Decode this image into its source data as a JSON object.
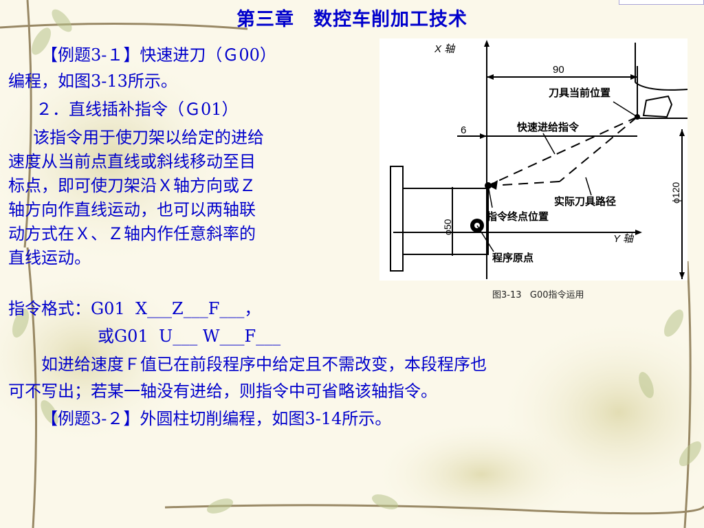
{
  "title": "第三章　数控车削加工技术",
  "body": {
    "l1": "【例题3-１】快速进刀（Ｇ00）",
    "l2": "编程，如图3-13所示。",
    "l3": "２．直线插补指令（Ｇ01）",
    "l4": "该指令用于使刀架以给定的进给",
    "l5": "速度从当前点直线或斜线移动至目",
    "l6": "标点，即可使刀架沿Ｘ轴方向或Ｚ",
    "l7": "轴方向作直线运动，也可以两轴联",
    "l8": "动方式在Ｘ、Ｚ轴内作任意斜率的",
    "l9": "直线运动。",
    "l10": "指令格式：G01  X___Z___F___，",
    "l11": "或G01  U___ W___F___",
    "l12": "如进给速度Ｆ值已在前段程序中给定且不需改变，本段程序也",
    "l13": "可不写出；若某一轴没有进给，则指令中可省略该轴指令。",
    "l14": "【例题3-２】外圆柱切削编程，如图3-14所示。"
  },
  "figure": {
    "x_axis": "X 轴",
    "y_axis": "Y 轴",
    "dim_90": "90",
    "dim_6": "6",
    "dim_120": "ϕ120",
    "dim_50": "ϕ50",
    "tool_current": "刀具当前位置",
    "rapid_cmd": "快速进给指令",
    "actual_path": "实际刀具路径",
    "cmd_end": "指令终点位置",
    "origin": "程序原点",
    "caption": "图3-13   G00指令运用"
  }
}
